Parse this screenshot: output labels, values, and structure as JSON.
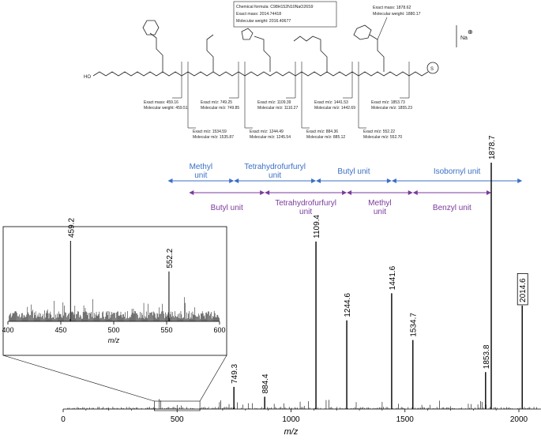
{
  "chart_data": {
    "type": "bar",
    "title": "",
    "xlabel": "m/z",
    "ylabel": "",
    "xlim": [
      0,
      2100
    ],
    "xticks": [
      0,
      500,
      1000,
      1500,
      2000
    ],
    "ylim": [
      0,
      100
    ],
    "labeled_peaks": [
      {
        "mz": 749.3,
        "label": "749.3",
        "intensity": 9
      },
      {
        "mz": 884.4,
        "label": "884.4",
        "intensity": 5
      },
      {
        "mz": 1109.4,
        "label": "1109.4",
        "intensity": 68
      },
      {
        "mz": 1244.6,
        "label": "1244.6",
        "intensity": 36
      },
      {
        "mz": 1441.6,
        "label": "1441.6",
        "intensity": 47
      },
      {
        "mz": 1534.7,
        "label": "1534.7",
        "intensity": 28
      },
      {
        "mz": 1853.8,
        "label": "1853.8",
        "intensity": 15
      },
      {
        "mz": 1878.7,
        "label": "1878.7",
        "intensity": 100
      },
      {
        "mz": 2014.6,
        "label": "2014.6",
        "intensity": 42,
        "boxed": true
      }
    ],
    "inset": {
      "xlabel": "m/z",
      "xlim": [
        400,
        600
      ],
      "xticks": [
        400,
        450,
        500,
        550,
        600
      ],
      "peaks": [
        {
          "mz": 459.2,
          "label": "459.2",
          "intensity": 100
        },
        {
          "mz": 552.2,
          "label": "552.2",
          "intensity": 62
        }
      ]
    },
    "unit_rows": [
      {
        "color": "#3b6fc6",
        "units": [
          {
            "name": "Methyl\nunit",
            "from": 459.2,
            "to": 749.3
          },
          {
            "name": "Tetrahydrofurfuryl\nunit",
            "from": 749.3,
            "to": 1109.4
          },
          {
            "name": "Butyl unit",
            "from": 1109.4,
            "to": 1441.6
          },
          {
            "name": "Isobornyl unit",
            "from": 1441.6,
            "to": 2014.6
          }
        ]
      },
      {
        "color": "#7b3a9c",
        "units": [
          {
            "name": "Butyl unit",
            "from": 552.2,
            "to": 884.4
          },
          {
            "name": "Tetrahydrofurfuryl\nunit",
            "from": 884.4,
            "to": 1244.6
          },
          {
            "name": "Methyl\nunit",
            "from": 1244.6,
            "to": 1534.7
          },
          {
            "name": "Benzyl unit",
            "from": 1534.7,
            "to": 1878.7
          }
        ]
      }
    ]
  },
  "structure": {
    "formula_box": [
      "Chemical formula: C98H152N10NaO26S9",
      "Exact mass: 2014.74418",
      "Molecular weight: 2016.40677"
    ],
    "top_right_label": [
      "Exact mass: 1878.62",
      "Molecular weight: 1880.17"
    ],
    "counterion": "Na",
    "charge": "⊕",
    "end_group_left": "HO",
    "end_group_right": "S",
    "fragments_top": [
      [
        "Exact mass: 459.16",
        "Molecular weight: 459.51"
      ],
      [
        "Exact m/z: 749.25",
        "Molecular m/z: 749.85"
      ],
      [
        "Exact m/z: 1109.39",
        "Molecular m/z: 1110.27"
      ],
      [
        "Exact m/z: 1441.53",
        "Molecular m/z: 1442.69"
      ],
      [
        "Exact m/z: 1853.73",
        "Molecular m/z: 1855.23"
      ]
    ],
    "fragments_bottom": [
      [
        "Exact m/z: 1534.59",
        "Molecular m/z: 1535.87"
      ],
      [
        "Exact m/z: 1244.49",
        "Molecular m/z: 1245.54"
      ],
      [
        "Exact m/z: 884.36",
        "Molecular m/z: 885.12"
      ],
      [
        "Exact m/z: 552.22",
        "Molecular m/z: 552.70"
      ]
    ]
  }
}
